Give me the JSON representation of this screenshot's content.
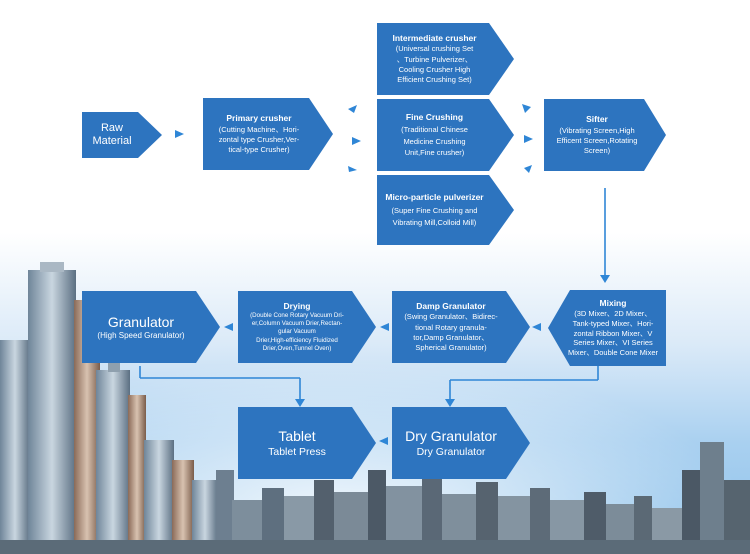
{
  "colors": {
    "node": "#2d74bf",
    "node_dark": "#1f5ea8",
    "arrow": "#2f86d6",
    "sky": "#9fcbee"
  },
  "nodes": {
    "raw_material": {
      "title": "Raw Material",
      "title_lines": [
        "Raw",
        "Material"
      ]
    },
    "primary_crusher": {
      "title": "Primary crusher",
      "lines": [
        "(Cutting Machine、Hori-",
        "zontal type Crusher,Ver-",
        "tical-type Crusher)"
      ]
    },
    "intermediate_crusher": {
      "title": "Intermediate crusher",
      "lines": [
        "(Universal crushing Set",
        "、Turbine Pulverizer、",
        "Cooling Crusher High",
        "Efficient Crushing Set)"
      ]
    },
    "fine_crushing": {
      "title": "Fine Crushing",
      "lines": [
        "(Traditional Chinese",
        "Medicine Crushing",
        "Unit,Fine crusher)"
      ]
    },
    "micro_pulverizer": {
      "title": "Micro-particle pulverizer",
      "lines": [
        "(Super Fine Crushing and",
        "Vibrating Mill,Colloid Mill)"
      ]
    },
    "sifter": {
      "title": "Sifter",
      "lines": [
        "(Vibrating Screen,High",
        "Efficent Screen,Rotating",
        "Screen)"
      ]
    },
    "mixing": {
      "title": "Mixing",
      "lines": [
        "(3D Mixer、2D Mixer、",
        "Tank-typed Mixer、Hori-",
        "zontal Ribbon Mixer、V",
        "Series Mixer、VI Series",
        "Mixer、Double Cone Mixer"
      ]
    },
    "damp_granulator": {
      "title": "Damp Granulator",
      "lines": [
        "(Swing Granulator、Bidirec-",
        "tional Rotary granula-",
        "tor,Damp Granulator、",
        "Spherical Granulator)"
      ]
    },
    "drying": {
      "title": "Drying",
      "lines": [
        "(Double Cone Rotary Vacuum Dri-",
        "er,Column Vacuum Drier,Rectan-",
        "gular Vacuum",
        "Drier,High-efficiency Fluidized",
        "Drier,Oven,Tunnel Oven)"
      ]
    },
    "granulator": {
      "title": "Granulator",
      "lines": [
        "(High Speed Granulator)"
      ]
    },
    "tablet": {
      "title": "Tablet",
      "lines": [
        "Tablet Press"
      ]
    },
    "dry_granulator": {
      "title": "Dry Granulator",
      "lines": [
        "Dry Granulator"
      ]
    }
  }
}
